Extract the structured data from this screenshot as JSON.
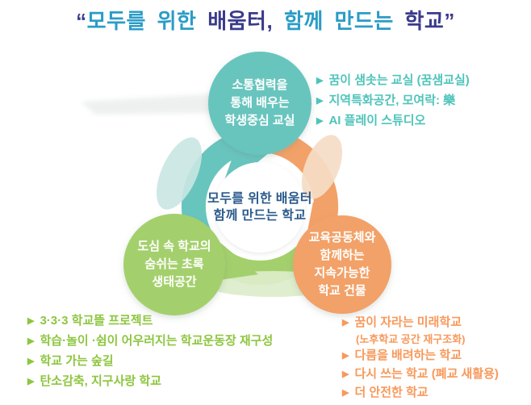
{
  "title": {
    "open_quote": "“",
    "seg1": "모두를 위한 ",
    "seg2": "배움터, ",
    "seg3": "함께 만드는 ",
    "seg4": "학교",
    "close_quote": "”",
    "cyan_color": "#2B9CC7",
    "navy_color": "#3B3B8C"
  },
  "diagram": {
    "top_circle": {
      "line1": "소통협력을",
      "line2": "통해 배우는",
      "line3": "학생중심 교실",
      "color": "#68C5BE"
    },
    "left_circle": {
      "line1": "도심 속 학교의",
      "line2": "숨쉬는 초록",
      "line3": "생태공간",
      "color": "#A3D06C"
    },
    "right_circle": {
      "line1": "교육공동체와",
      "line2": "함께하는",
      "line3": "지속가능한",
      "line4": "학교 건물",
      "color": "#F2A168"
    },
    "center": {
      "line1": "모두를 위한 배움터",
      "line2": "함께 만드는 학교",
      "text_color": "#2A5A8C"
    }
  },
  "lists": {
    "bullet": "▶",
    "top_right": {
      "color": "#4FC4BA",
      "items": [
        "꿈이 샘솟는 교실 (꿈샘교실)",
        "지역특화공간, 모여락: 樂",
        "AI 플레이 스튜디오"
      ]
    },
    "bottom_left": {
      "color": "#8DC63F",
      "items": [
        "3·3·3 학교뜰 프로젝트",
        "학습·놀이 ·쉼이 어우러지는 학교운동장 재구성",
        "학교 가는 숲길",
        "탄소감축, 지구사랑 학교"
      ]
    },
    "bottom_right": {
      "color": "#F8995B",
      "item1": "꿈이 자라는 미래학교",
      "item1_sub": "(노후학교 공간 재구조화)",
      "item2": "다름을 배려하는 학교",
      "item3": "다시 쓰는 학교 (폐교 새활용)",
      "item4": "더 안전한 학교"
    }
  }
}
